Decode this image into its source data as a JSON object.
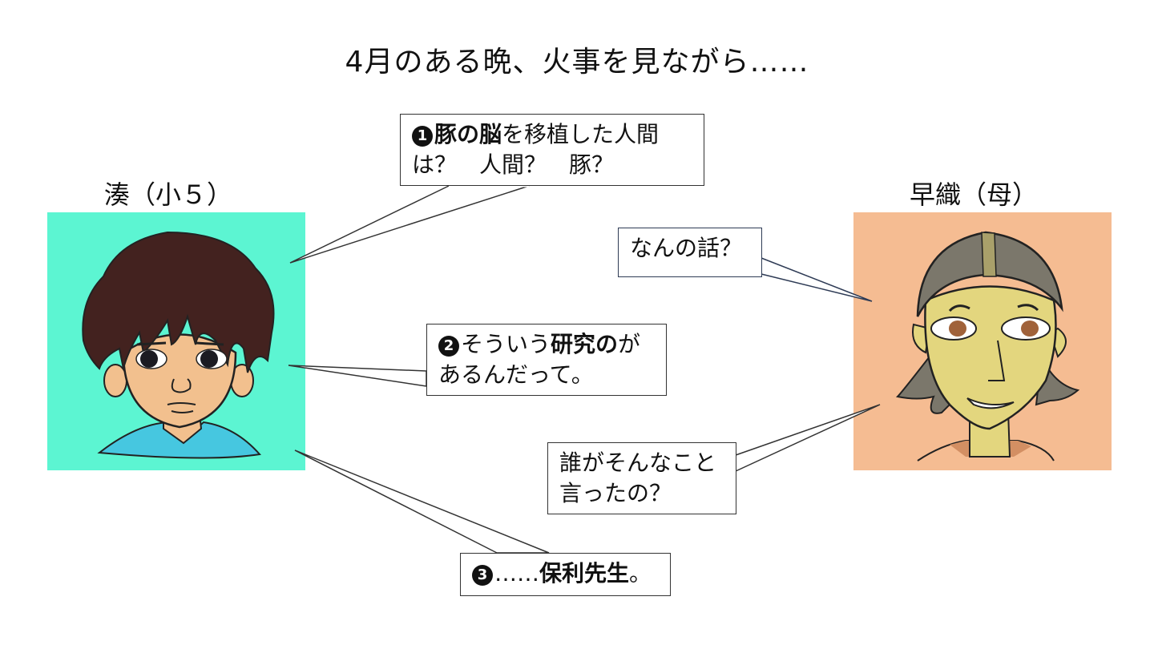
{
  "title": "4月のある晩、火事を見ながら……",
  "characters": {
    "left": {
      "name": "湊（小５）",
      "bg": "#5cf5d2",
      "hair": "#43221f",
      "skin": "#f2c08e",
      "shirt": "#46c7e0"
    },
    "right": {
      "name": "早織（母）",
      "bg": "#f5bc92",
      "hair": "#7b776b",
      "skin": "#e3d67e",
      "eye": "#a0623a"
    }
  },
  "bubbles": {
    "b1": {
      "num": "1",
      "bold1": "豚の脳",
      "rest1": "を移植した人間",
      "line2": "は？　人間？　豚？"
    },
    "b2": {
      "num": "2",
      "pre": "そういう",
      "bold": "研究の",
      "post": "が",
      "line2": "あるんだって。"
    },
    "b3": {
      "num": "3",
      "pre": "……",
      "bold": "保利先生",
      "post": "。"
    },
    "m1": {
      "text": "なんの話？"
    },
    "m2": {
      "line1": "誰がそんなこと",
      "line2": "言ったの？"
    }
  }
}
